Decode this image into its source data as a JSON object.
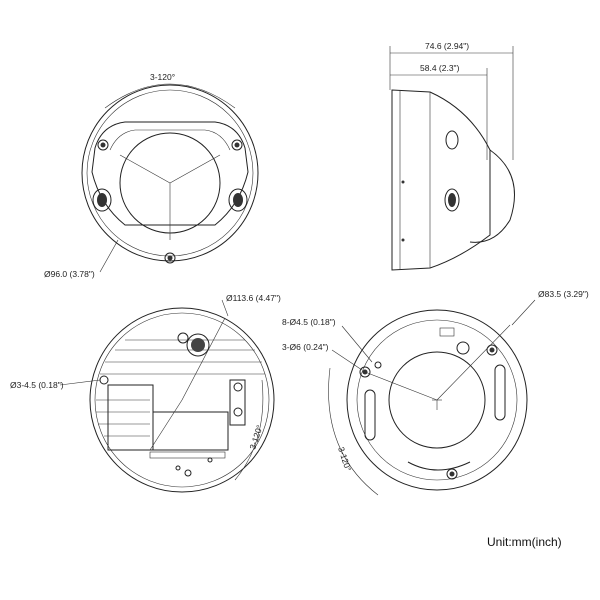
{
  "labels": {
    "top_front_angle": "3-120°",
    "top_front_diameter": "Ø96.0 (3.78\")",
    "side_total_width": "74.6 (2.94\")",
    "side_base_width": "58.4 (2.3\")",
    "base_diameter": "Ø113.6 (4.47\")",
    "base_holes": "Ø3-4.5 (0.18\")",
    "base_angle": "3-120°",
    "mount_holes_large": "8-Ø4.5 (0.18\")",
    "mount_holes_small": "3-Ø6 (0.24\")",
    "mount_diameter": "Ø83.5 (3.29\")",
    "mount_angle": "3-120°",
    "unit": "Unit:mm(inch)"
  }
}
